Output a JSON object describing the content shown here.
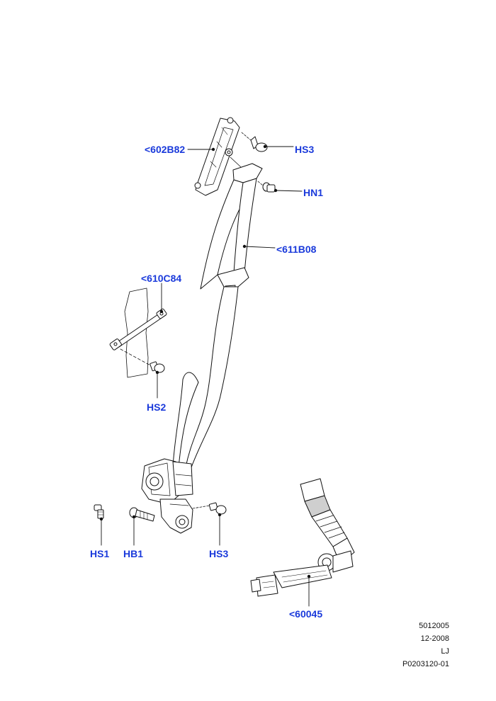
{
  "colors": {
    "callout": "#1a3adb",
    "line": "#111111",
    "fill": "#ffffff",
    "shade": "#cfcfcf"
  },
  "callouts": {
    "upper_anchor": "<602B82",
    "upper_screw": "HS3",
    "nut": "HN1",
    "belt": "<611B08",
    "guide": "<610C84",
    "guide_screw": "HS2",
    "lower_screw_left": "HS1",
    "lower_bolt": "HB1",
    "lower_screw_right": "HS3",
    "buckle": "<60045"
  },
  "meta": {
    "line1": "5012005",
    "line2": "12-2008",
    "line3": "LJ",
    "line4": "P0203120-01"
  }
}
